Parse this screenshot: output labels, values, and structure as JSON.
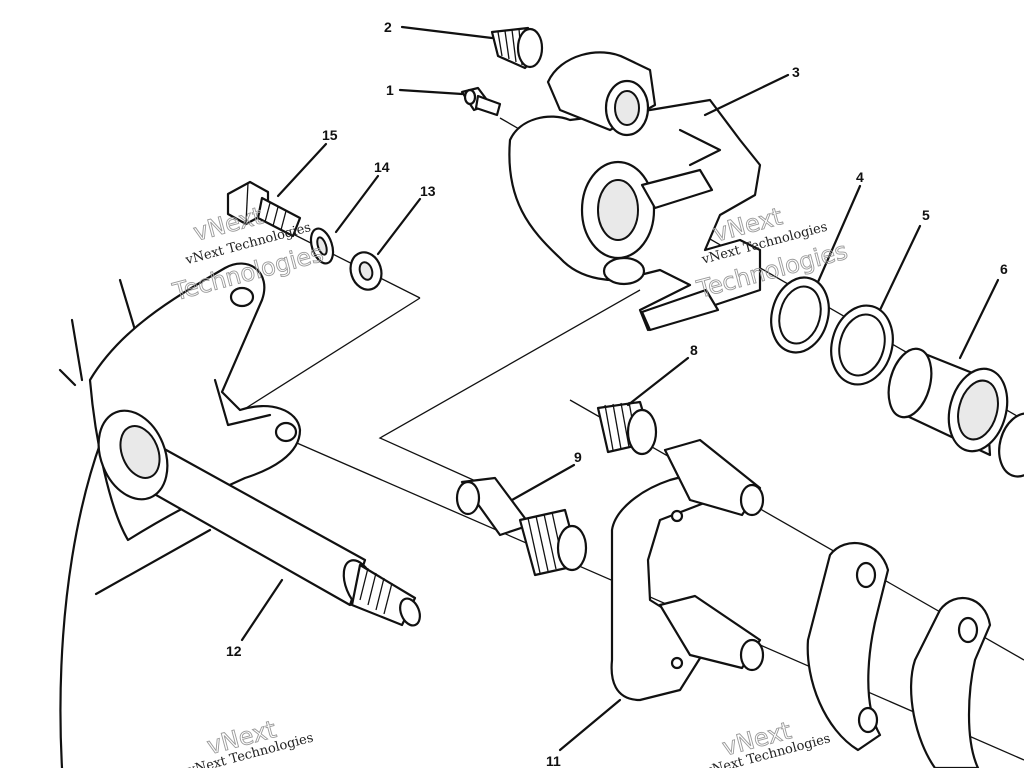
{
  "callouts": [
    {
      "id": "c1",
      "label": "1"
    },
    {
      "id": "c2",
      "label": "2"
    },
    {
      "id": "c3",
      "label": "3"
    },
    {
      "id": "c4",
      "label": "4"
    },
    {
      "id": "c5",
      "label": "5"
    },
    {
      "id": "c6",
      "label": "6"
    },
    {
      "id": "c8",
      "label": "8"
    },
    {
      "id": "c9",
      "label": "9"
    },
    {
      "id": "c11",
      "label": "11"
    },
    {
      "id": "c12",
      "label": "12"
    },
    {
      "id": "c13",
      "label": "13"
    },
    {
      "id": "c14",
      "label": "14"
    },
    {
      "id": "c15",
      "label": "15"
    }
  ],
  "watermark": {
    "line1": "vNext Technologies",
    "line2": "vNext",
    "line3": "Technologies"
  }
}
